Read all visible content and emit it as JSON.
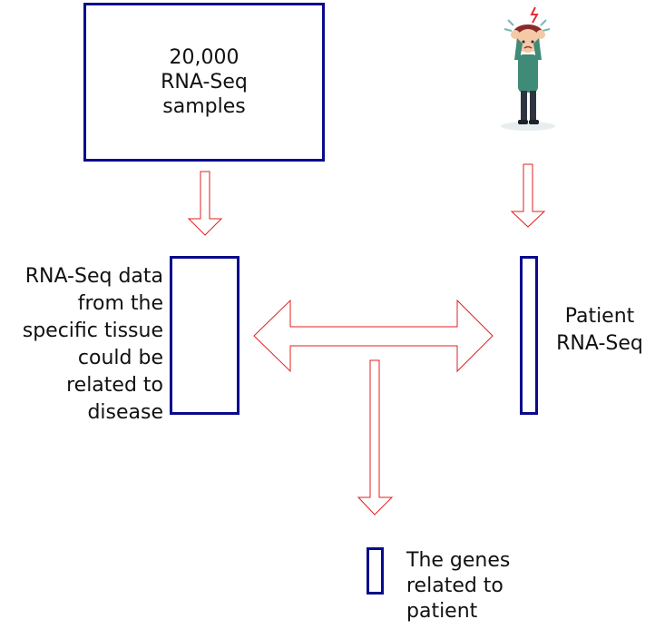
{
  "samples_box": {
    "lines": [
      "20,000",
      "RNA-Seq",
      "samples"
    ]
  },
  "tissue_label": {
    "lines": [
      "RNA-Seq data",
      "from the",
      "specific tissue",
      "could be",
      "related to",
      "disease"
    ]
  },
  "patient_label": {
    "lines": [
      "Patient",
      "RNA-Seq"
    ]
  },
  "genes_label": {
    "lines": [
      "The genes",
      "related to",
      "patient"
    ]
  },
  "colors": {
    "box_border": "#0a0a8c",
    "arrow_stroke": "#e02020"
  },
  "icons": {
    "patient_figure": "stressed-person-icon"
  }
}
